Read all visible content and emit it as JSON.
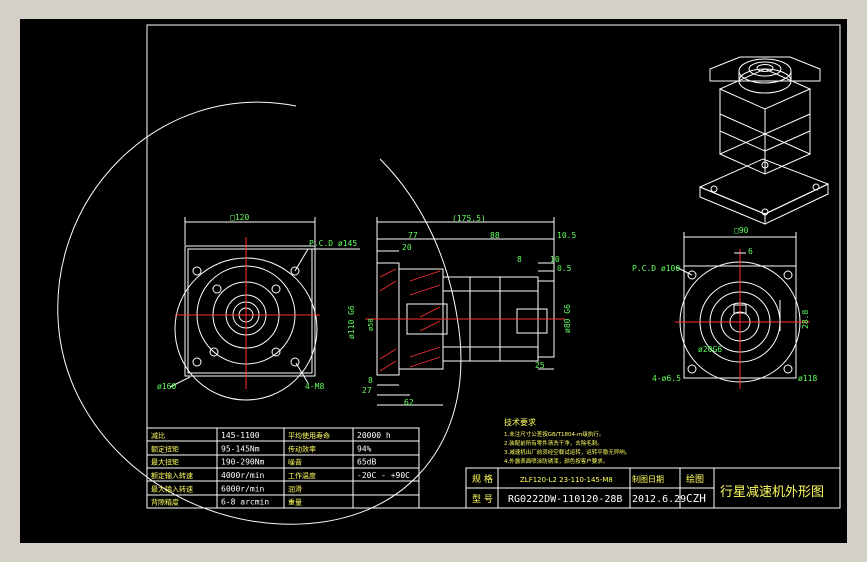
{
  "colors": {
    "background": "#000000",
    "frame": "#d4d0c8",
    "lines": "#ffffff",
    "center_lines": "#ff3030",
    "dimension_text": "#60ff60",
    "table_text": "#ffff60"
  },
  "front_view": {
    "width_dim": "□120",
    "pcd": "P.C.D ø145",
    "outer_dia": "ø160",
    "holes": "4-M8"
  },
  "side_view": {
    "total_length": "(175.5)",
    "dims": {
      "d77": "77",
      "d88": "88",
      "d10_5": "10.5",
      "d20": "20",
      "d8": "8",
      "d10": "10",
      "d0_5": "0.5",
      "d25": "25",
      "d8b": "8",
      "d27": "27",
      "d62": "62"
    },
    "diameters": {
      "left_big": "ø110 G6",
      "left_small": "ø50",
      "right": "ø80 G6"
    }
  },
  "rear_view": {
    "width_dim": "□90",
    "pcd": "P.C.D ø100",
    "small_dim": "6",
    "bore": "ø20G6",
    "holes": "4-ø6.5",
    "outer_dia": "ø118",
    "right_dim": "28.8"
  },
  "notes": {
    "title": "技术要求",
    "lines": [
      "1.未注尺寸公差按GB/T1804-m级执行。",
      "2.装配前所有零件清洗干净，去除毛刺。",
      "3.减速机出厂前须经空载试运转，运转平稳无异响。",
      "4.外露表面喷涂防锈漆，颜色按客户要求。"
    ]
  },
  "spec_table": [
    [
      "减比",
      "145-1100",
      "平均使用寿命",
      "20000 h"
    ],
    [
      "额定扭矩",
      "95-145Nm",
      "传动效率",
      "94%"
    ],
    [
      "最大扭矩",
      "190-290Nm",
      "噪音",
      "65dB"
    ],
    [
      "额定输入转速",
      "4000r/min",
      "工作温度",
      "-20C - +90C"
    ],
    [
      "最大输入转速",
      "6000r/min",
      "润滑",
      ""
    ],
    [
      "背隙精度",
      "6-8 arcmin",
      "重量",
      ""
    ]
  ],
  "title_block": {
    "label_model": "规 格",
    "label_code": "型 号",
    "spec": "ZLF120-L2 23-110-145-M8",
    "code": "RG0222DW-110120-28B",
    "date_label": "制图日期",
    "date": "2012.6.29",
    "drawer_label": "绘图",
    "drawer": "CZH",
    "title": "行星减速机外形图"
  }
}
